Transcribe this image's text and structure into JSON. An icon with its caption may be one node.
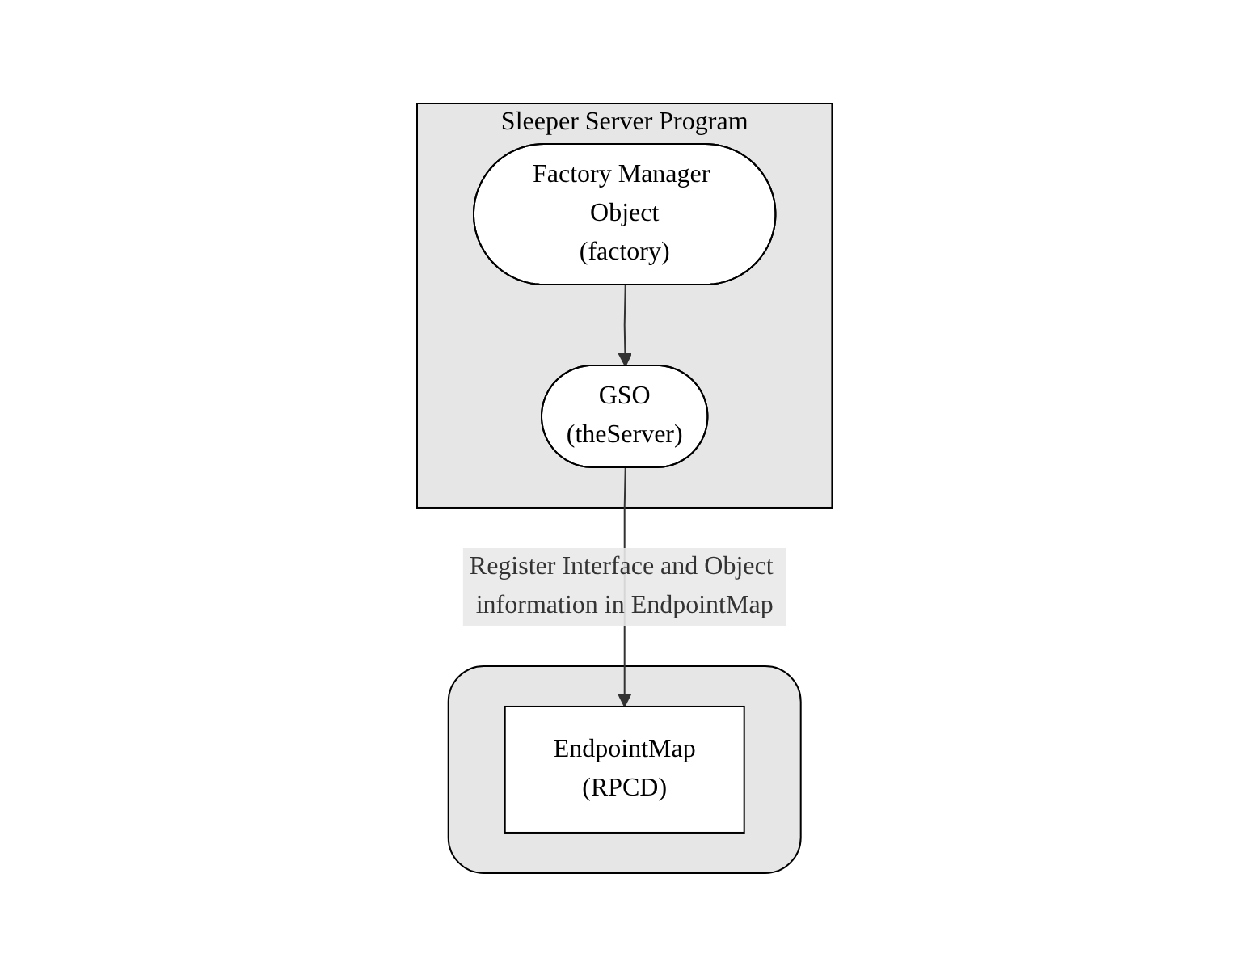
{
  "diagram": {
    "nodes": [
      {
        "text": [
          "Sleeper Server Program"
        ]
      },
      {
        "text": [
          "Factory Manager Object",
          "(factory)"
        ],
        "in": 0
      },
      {
        "text": [
          "GSO",
          "(theServer)"
        ],
        "in": 0
      },
      {
        "text": [],
        "shape": "box"
      },
      {
        "text": [
          "EndpointMap",
          "(RPCD)"
        ],
        "in": 3
      }
    ],
    "edges": [
      {
        "from": 1,
        "to": 2,
        "arrow": "to"
      },
      {
        "from": 2,
        "to": 4,
        "arrow": "to",
        "label": "Register Interface and Object information in EndpointMap"
      }
    ]
  }
}
